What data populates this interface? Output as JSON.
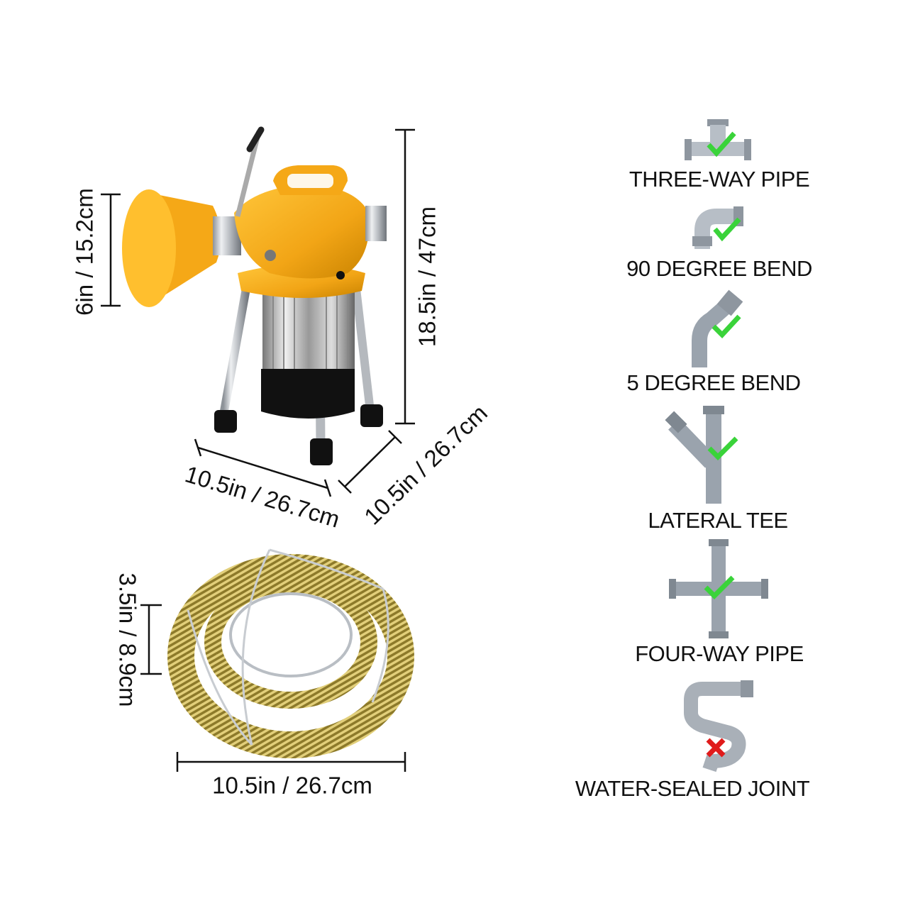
{
  "machine": {
    "height_label": "18.5in / 47cm",
    "drum_label": "6in / 15.2cm",
    "width_label": "10.5in / 26.7cm",
    "depth_label": "10.5in / 26.7cm",
    "colors": {
      "body": "#F5A817",
      "motor": "#111111",
      "steel": "#c9ccd0"
    }
  },
  "cable": {
    "height_label": "3.5in / 8.9cm",
    "width_label": "10.5in / 26.7cm",
    "colors": {
      "coil": "#b59a3a"
    }
  },
  "compatibility": [
    {
      "label": "THREE-WAY PIPE",
      "icon": "three-way-pipe-icon",
      "status": "check-icon"
    },
    {
      "label": "90 DEGREE BEND",
      "icon": "elbow-pipe-icon",
      "status": "check-icon"
    },
    {
      "label": "5 DEGREE BEND",
      "icon": "bend-pipe-icon",
      "status": "check-icon"
    },
    {
      "label": "LATERAL TEE",
      "icon": "lateral-tee-icon",
      "status": "check-icon"
    },
    {
      "label": "FOUR-WAY PIPE",
      "icon": "four-way-pipe-icon",
      "status": "check-icon"
    },
    {
      "label": "WATER-SEALED JOINT",
      "icon": "p-trap-pipe-icon",
      "status": "cross-icon"
    }
  ],
  "colors": {
    "check": "#3ad33a",
    "cross": "#e01b1b",
    "pipe": "#9aa3ad"
  }
}
